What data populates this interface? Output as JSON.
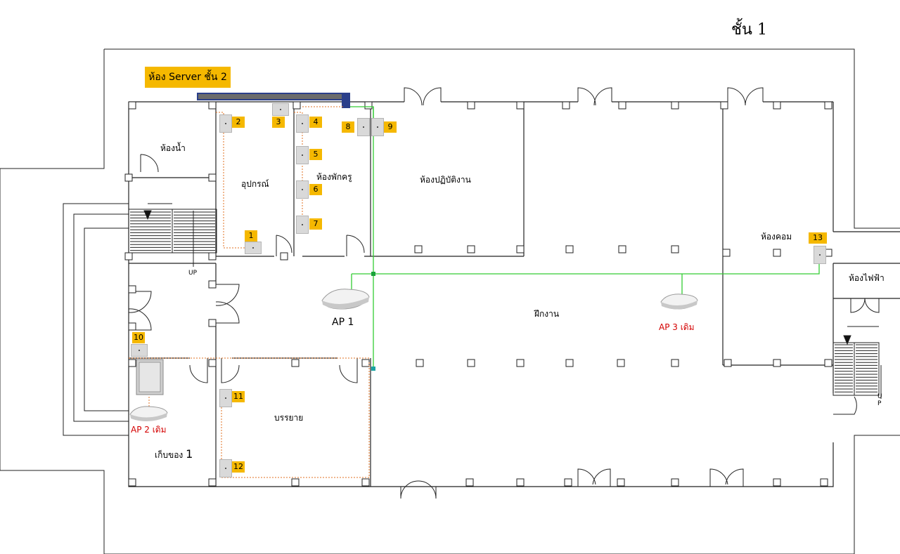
{
  "floor_title": "ชั้น 1",
  "server_room_label": "ห้อง Server ชั้น 2",
  "rooms": {
    "restroom": "ห้องน้ำ",
    "equipment": "อุปกรณ์",
    "teacher_room": "ห้องพักครู",
    "workshop_room": "ห้องปฏิบัติงาน",
    "computer_room": "ห้องคอม",
    "electric_room": "ห้องไฟฟ้า",
    "training": "ฝึกงาน",
    "lecture": "บรรยาย",
    "storage": "เก็บของ",
    "storage_number": "1"
  },
  "stairs": {
    "up_left": "UP",
    "up_right": "U\nP"
  },
  "access_points": {
    "ap1": "AP 1",
    "ap2": "AP 2  เดิม",
    "ap3": "AP 3  เดิม"
  },
  "outlet_tags": [
    "1",
    "2",
    "3",
    "4",
    "5",
    "6",
    "7",
    "8",
    "9",
    "10",
    "11",
    "12",
    "13"
  ],
  "colors": {
    "tag_fill": "#f5b800",
    "network_line": "#33cc33",
    "cable_route": "#e07020",
    "existing_ap_text": "#d40000",
    "server_rack": "#2b3f8a"
  }
}
